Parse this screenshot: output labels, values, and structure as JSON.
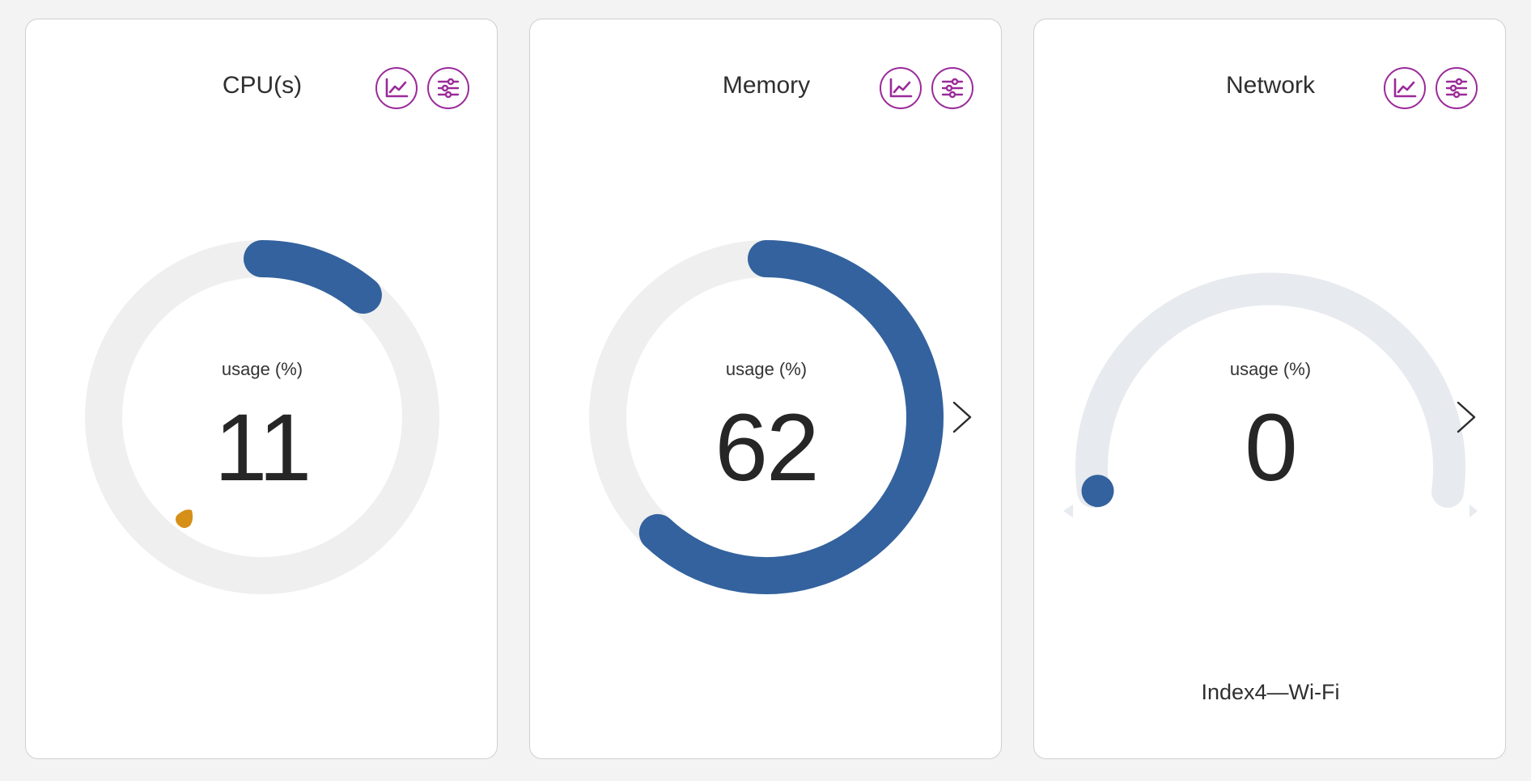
{
  "colors": {
    "accent": "#9a2a9a",
    "gauge_fill": "#33629e",
    "gauge_track": "#efefef",
    "gauge_track_network": "#e7eaee",
    "threshold_marker": "#d68f17"
  },
  "cards": [
    {
      "title": "CPU(s)",
      "chart_icon": "line-chart-icon",
      "settings_icon": "sliders-icon",
      "usage_label": "usage (%)",
      "value": "11",
      "percent": 11
    },
    {
      "title": "Memory",
      "chart_icon": "line-chart-icon",
      "settings_icon": "sliders-icon",
      "usage_label": "usage (%)",
      "value": "62",
      "percent": 62,
      "next_icon": "chevron-right-icon"
    },
    {
      "title": "Network",
      "chart_icon": "line-chart-icon",
      "settings_icon": "sliders-icon",
      "usage_label": "usage (%)",
      "value": "0",
      "percent": 0,
      "next_icon": "chevron-right-icon",
      "interface": "Index4—Wi-Fi"
    }
  ]
}
